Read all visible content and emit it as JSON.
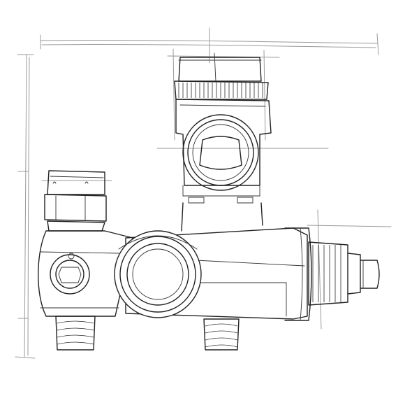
{
  "drawing": {
    "subject": "valve-body-pencil-sketch",
    "paper_color": "#ffffff",
    "ink_color": "#222222",
    "construction_line_color": "#9a9a9a",
    "parts": [
      {
        "name": "top-knurled-cap"
      },
      {
        "name": "upper-body-with-round-port"
      },
      {
        "name": "left-knurled-nut"
      },
      {
        "name": "left-side-port"
      },
      {
        "name": "main-central-port"
      },
      {
        "name": "right-horizontal-barrel"
      },
      {
        "name": "right-end-fitting"
      },
      {
        "name": "bottom-left-threaded-spigot"
      },
      {
        "name": "bottom-right-threaded-spigot"
      }
    ]
  }
}
